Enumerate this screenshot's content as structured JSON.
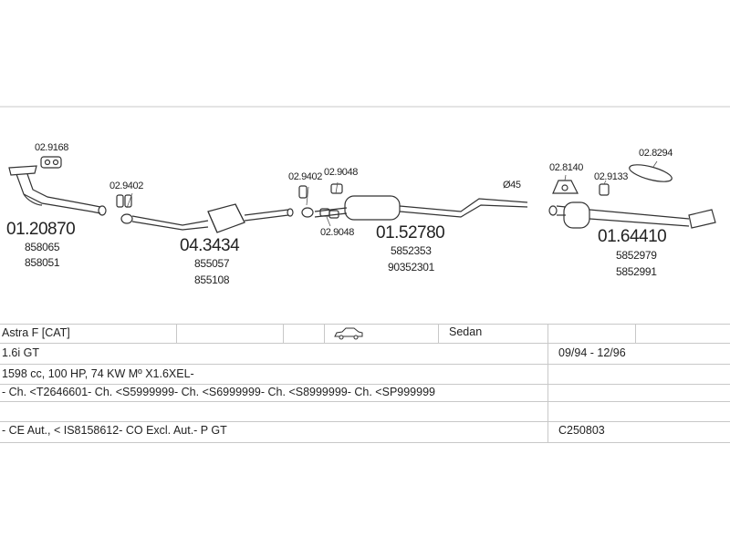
{
  "parts": {
    "downpipe": {
      "number": "01.20870",
      "refs": [
        "858065",
        "858051"
      ]
    },
    "catalyst": {
      "number": "04.3434",
      "refs": [
        "855057",
        "855108"
      ]
    },
    "middle_silencer": {
      "number": "01.52780",
      "refs": [
        "5852353",
        "90352301"
      ]
    },
    "rear_silencer": {
      "number": "01.64410",
      "refs": [
        "5852979",
        "5852991"
      ]
    },
    "small": {
      "gasket_top": "02.9168",
      "clamp_1": "02.9402",
      "clamp_2": "02.9402",
      "hanger_1": "02.9048",
      "hanger_2": "02.9048",
      "rubber_1": "02.8140",
      "rubber_2": "02.9133",
      "ring": "02.8294"
    },
    "diameter_note": "Ø45"
  },
  "table": {
    "model": "Astra F  [CAT]",
    "body": "Sedan",
    "engine": "1.6i GT",
    "years": "09/94 - 12/96",
    "spec": "1598 cc, 100 HP, 74 KW Mº X1.6XEL-",
    "chassis": "- Ch. <T2646601- Ch. <S5999999- Ch. <S6999999- Ch. <S8999999- Ch. <SP999999",
    "notes": "- CE Aut., < IS8158612- CO Excl. Aut.- P GT",
    "code": "C250803"
  }
}
